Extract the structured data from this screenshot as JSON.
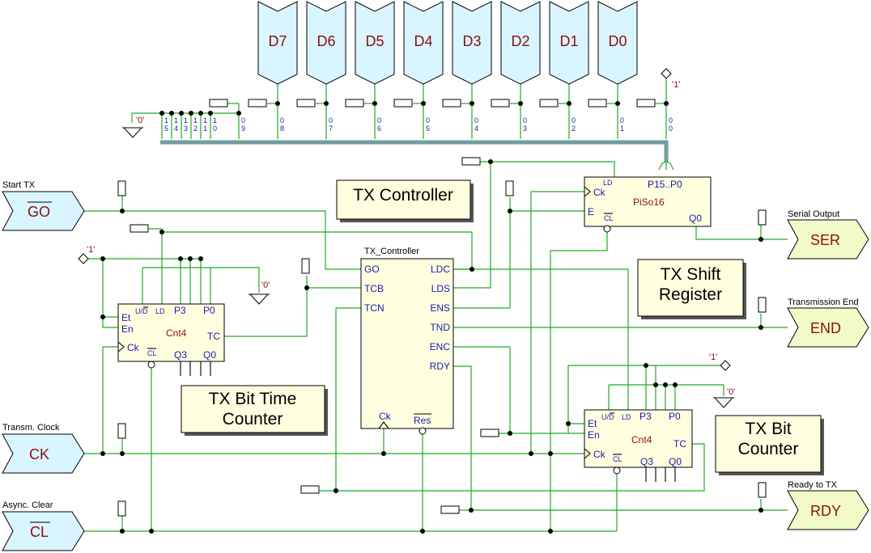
{
  "inputs": {
    "data_bits": [
      "D7",
      "D6",
      "D5",
      "D4",
      "D3",
      "D2",
      "D1",
      "D0"
    ],
    "start": {
      "caption": "Start TX",
      "name": "GO"
    },
    "clock": {
      "caption": "Transm. Clock",
      "name": "CK"
    },
    "clear": {
      "caption": "Async. Clear",
      "name": "CL"
    }
  },
  "outputs": {
    "serial": {
      "caption": "Serial Output",
      "name": "SER"
    },
    "end": {
      "caption": "Transmission End",
      "name": "END"
    },
    "ready": {
      "caption": "Ready to TX",
      "name": "RDY"
    }
  },
  "constants": {
    "one": "'1'",
    "zero": "'0'"
  },
  "bus_bits": [
    "1\n5",
    "1\n4",
    "1\n3",
    "1\n2",
    "1\n1",
    "1\n0",
    "0\n9",
    "0\n8",
    "0\n7",
    "0\n6",
    "0\n5",
    "0\n4",
    "0\n3",
    "0\n2",
    "0\n1",
    "0\n0"
  ],
  "titles": {
    "controller": "TX Controller",
    "shift_reg": [
      "TX Shift",
      "Register"
    ],
    "bit_time": [
      "TX Bit Time",
      "Counter"
    ],
    "bit_counter": [
      "TX Bit",
      "Counter"
    ]
  },
  "controller": {
    "name": "TX_Controller",
    "left_pins": [
      "GO",
      "TCB",
      "TCN"
    ],
    "right_pins": [
      "LDC",
      "LDS",
      "ENS",
      "TND",
      "ENC",
      "RDY"
    ],
    "bottom_pins": [
      "Ck",
      "Res"
    ]
  },
  "piso": {
    "name": "PiSo16",
    "data": "P15..P0",
    "ck": "Ck",
    "ld": "LD",
    "e": "E",
    "cl": "CL",
    "q": "Q0"
  },
  "cnt_time": {
    "name": "Cnt4",
    "ud": "U/D",
    "ld": "LD",
    "p3": "P3",
    "p0": "P0",
    "et": "Et",
    "en": "En",
    "ck": "Ck",
    "cl": "CL",
    "q3": "Q3",
    "q0": "Q0",
    "tc": "TC"
  },
  "cnt_bit": {
    "name": "Cnt4",
    "ud": "U/D",
    "ld": "LD",
    "p3": "P3",
    "p0": "P0",
    "et": "Et",
    "en": "En",
    "ck": "Ck",
    "cl": "CL",
    "q3": "Q3",
    "q0": "Q0",
    "tc": "TC"
  }
}
